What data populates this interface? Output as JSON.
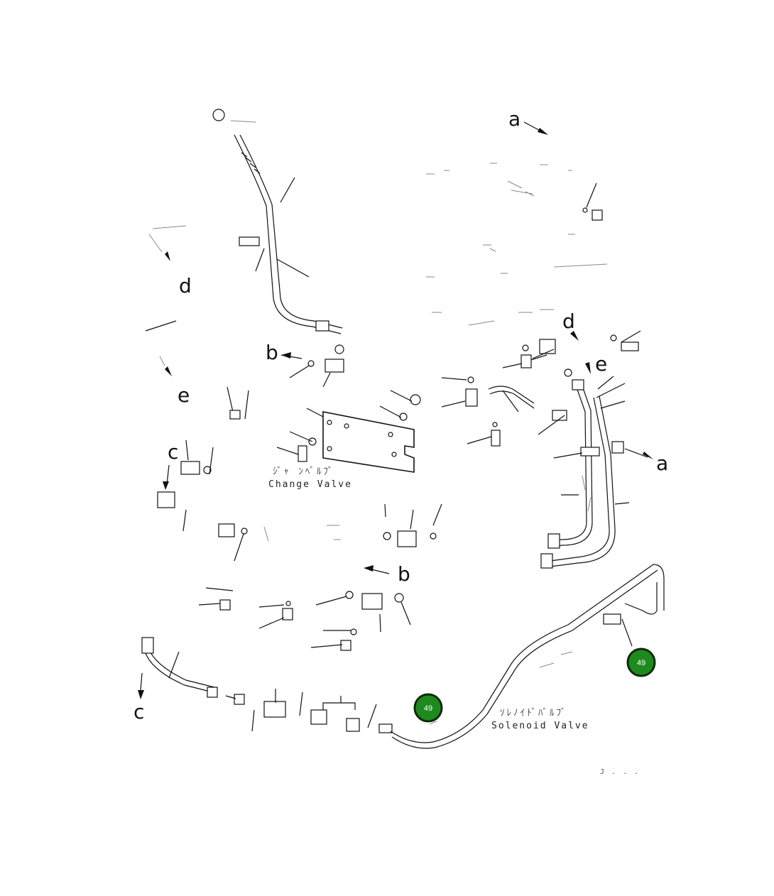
{
  "references": {
    "a_top": "a",
    "a_right": "a",
    "b_upper": "b",
    "b_lower": "b",
    "c_left": "c",
    "c_bottom": "c",
    "d_left": "d",
    "d_right": "d",
    "e_left": "e",
    "e_right": "e"
  },
  "labels": {
    "change_valve_jp": "ｼﾞｬ ﾝﾍﾞﾙﾌﾞ",
    "change_valve": "Change Valve",
    "solenoid_valve_jp": "ｿﾚﾉｲﾄﾞﾊﾞﾙﾌﾞ",
    "solenoid_valve": "Solenoid Valve"
  },
  "callouts": [
    {
      "number": "49"
    },
    {
      "number": "49"
    }
  ],
  "drawing_code": "J . . ."
}
